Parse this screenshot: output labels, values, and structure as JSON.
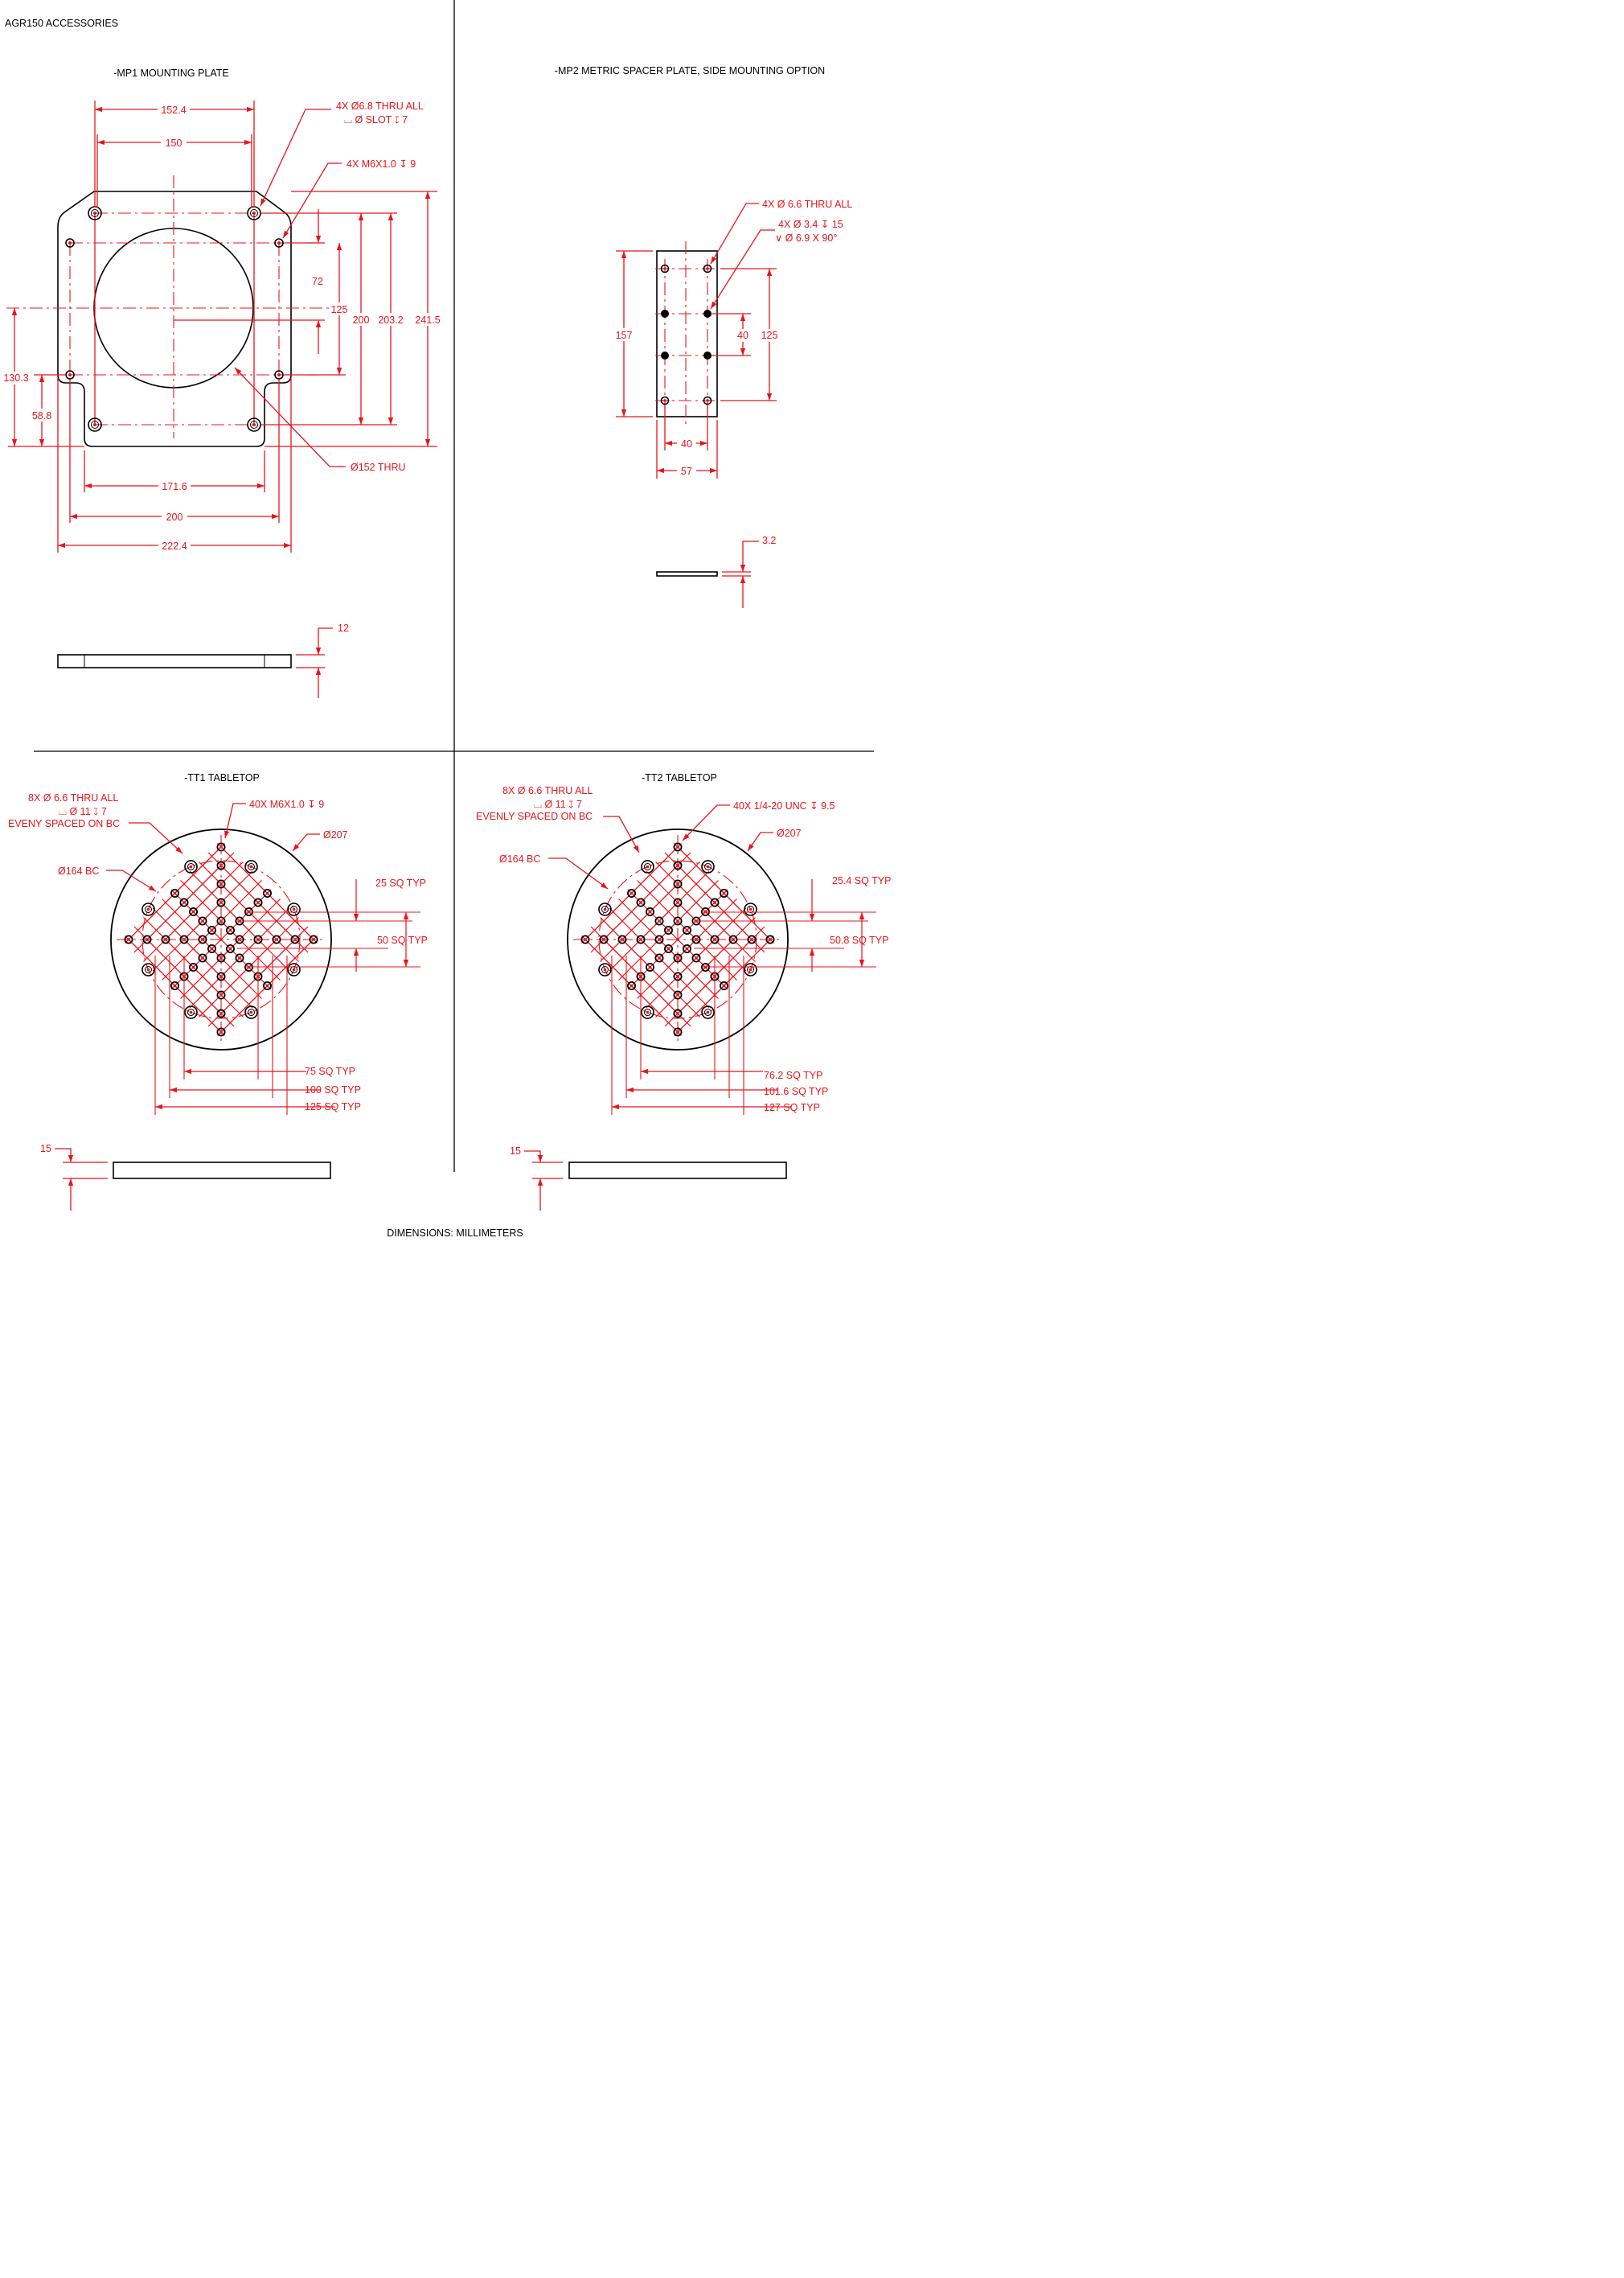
{
  "sheet_title": "AGR150 ACCESSORIES",
  "footer": "DIMENSIONS:  MILLIMETERS",
  "colors": {
    "outline": "#000000",
    "dimension": "#e8141b",
    "background": "#ffffff"
  },
  "mp1": {
    "title": "-MP1 MOUNTING PLATE",
    "callout_holes_1": "4X Ø6.8 THRU ALL",
    "callout_holes_2": "⌴ Ø SLOT ↧ 7",
    "callout_tapped": "4X M6X1.0 ↧ 9",
    "callout_bore": "Ø152 THRU",
    "dims": {
      "w152": "152.4",
      "w150": "150",
      "v72": "72",
      "v125": "125",
      "v200": "200",
      "v203": "203.2",
      "v241": "241.5",
      "h130": "130.3",
      "h58": "58.8",
      "w171": "171.6",
      "w200": "200",
      "w222": "222.4",
      "thick": "12"
    }
  },
  "mp2": {
    "title": "-MP2 METRIC SPACER PLATE, SIDE MOUNTING OPTION",
    "callout_thru": "4X Ø 6.6 THRU ALL",
    "callout_csk_1": "4X Ø 3.4 ↧ 15",
    "callout_csk_2": "∨ Ø 6.9 X 90°",
    "dims": {
      "h157": "157",
      "v40": "40",
      "v125": "125",
      "w40": "40",
      "w57": "57",
      "thick": "3.2"
    }
  },
  "tt1": {
    "title": "-TT1 TABLETOP",
    "callout_thru_1": "8X Ø 6.6 THRU ALL",
    "callout_thru_2": "⌴ Ø 11 ↧ 7",
    "callout_thru_3": "EVENY SPACED ON BC",
    "callout_tapped": "40X M6X1.0 ↧ 9",
    "callout_od": "Ø207",
    "callout_bc": "Ø164 BC",
    "sq": [
      "25 SQ TYP",
      "50 SQ TYP",
      "75 SQ TYP",
      "100 SQ TYP",
      "125 SQ TYP"
    ],
    "thick": "15"
  },
  "tt2": {
    "title": "-TT2 TABLETOP",
    "callout_thru_1": "8X Ø 6.6 THRU ALL",
    "callout_thru_2": "⌴ Ø 11 ↧ 7",
    "callout_thru_3": "EVENLY SPACED ON BC",
    "callout_tapped": "40X 1/4-20 UNC ↧ 9.5",
    "callout_od": "Ø207",
    "callout_bc": "Ø164 BC",
    "sq": [
      "25.4 SQ TYP",
      "50.8 SQ TYP",
      "76.2 SQ TYP",
      "101.6 SQ TYP",
      "127 SQ TYP"
    ],
    "thick": "15"
  }
}
